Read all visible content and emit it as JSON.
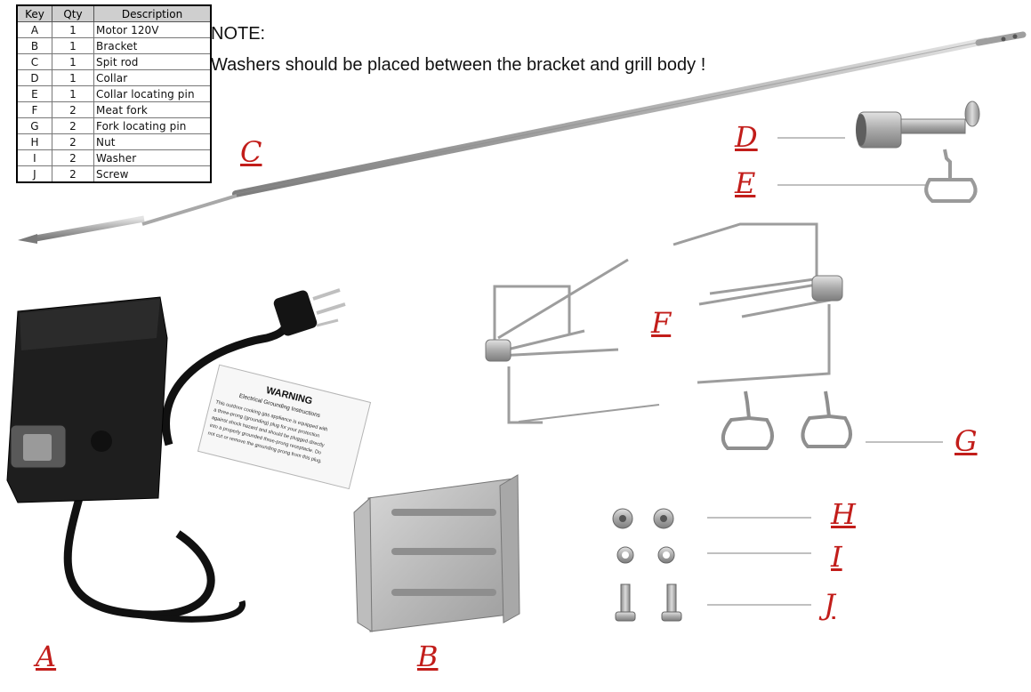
{
  "parts_table": {
    "headers": {
      "key": "Key",
      "qty": "Qty",
      "description": "Description"
    },
    "rows": [
      {
        "key": "A",
        "qty": "1",
        "description": "Motor 120V"
      },
      {
        "key": "B",
        "qty": "1",
        "description": "Bracket"
      },
      {
        "key": "C",
        "qty": "1",
        "description": "Spit rod"
      },
      {
        "key": "D",
        "qty": "1",
        "description": "Collar"
      },
      {
        "key": "E",
        "qty": "1",
        "description": "Collar locating pin"
      },
      {
        "key": "F",
        "qty": "2",
        "description": "Meat fork"
      },
      {
        "key": "G",
        "qty": "2",
        "description": "Fork locating pin"
      },
      {
        "key": "H",
        "qty": "2",
        "description": "Nut"
      },
      {
        "key": "I",
        "qty": "2",
        "description": "Washer"
      },
      {
        "key": "J",
        "qty": "2",
        "description": "Screw"
      }
    ]
  },
  "note": {
    "title": "NOTE:",
    "text": "Washers should be placed between the bracket and grill body !"
  },
  "labels": {
    "A": "A",
    "B": "B",
    "C": "C",
    "D": "D",
    "E": "E",
    "F": "F",
    "G": "G",
    "H": "H",
    "I": "I",
    "J": "J"
  },
  "warning_tag": {
    "title": "WARNING",
    "subtitle": "Electrical Grounding Instructions",
    "lines": [
      "This outdoor cooking gas appliance is equipped with",
      "a three-prong (grounding) plug for your protection",
      "against shock hazard and should be plugged directly",
      "into a properly grounded three-prong receptacle. Do",
      "not cut or remove the grounding prong from this plug."
    ]
  },
  "colors": {
    "label_red": "#c21d1a",
    "steel": "#b9b9b9",
    "motor_black": "#1c1c1c"
  }
}
